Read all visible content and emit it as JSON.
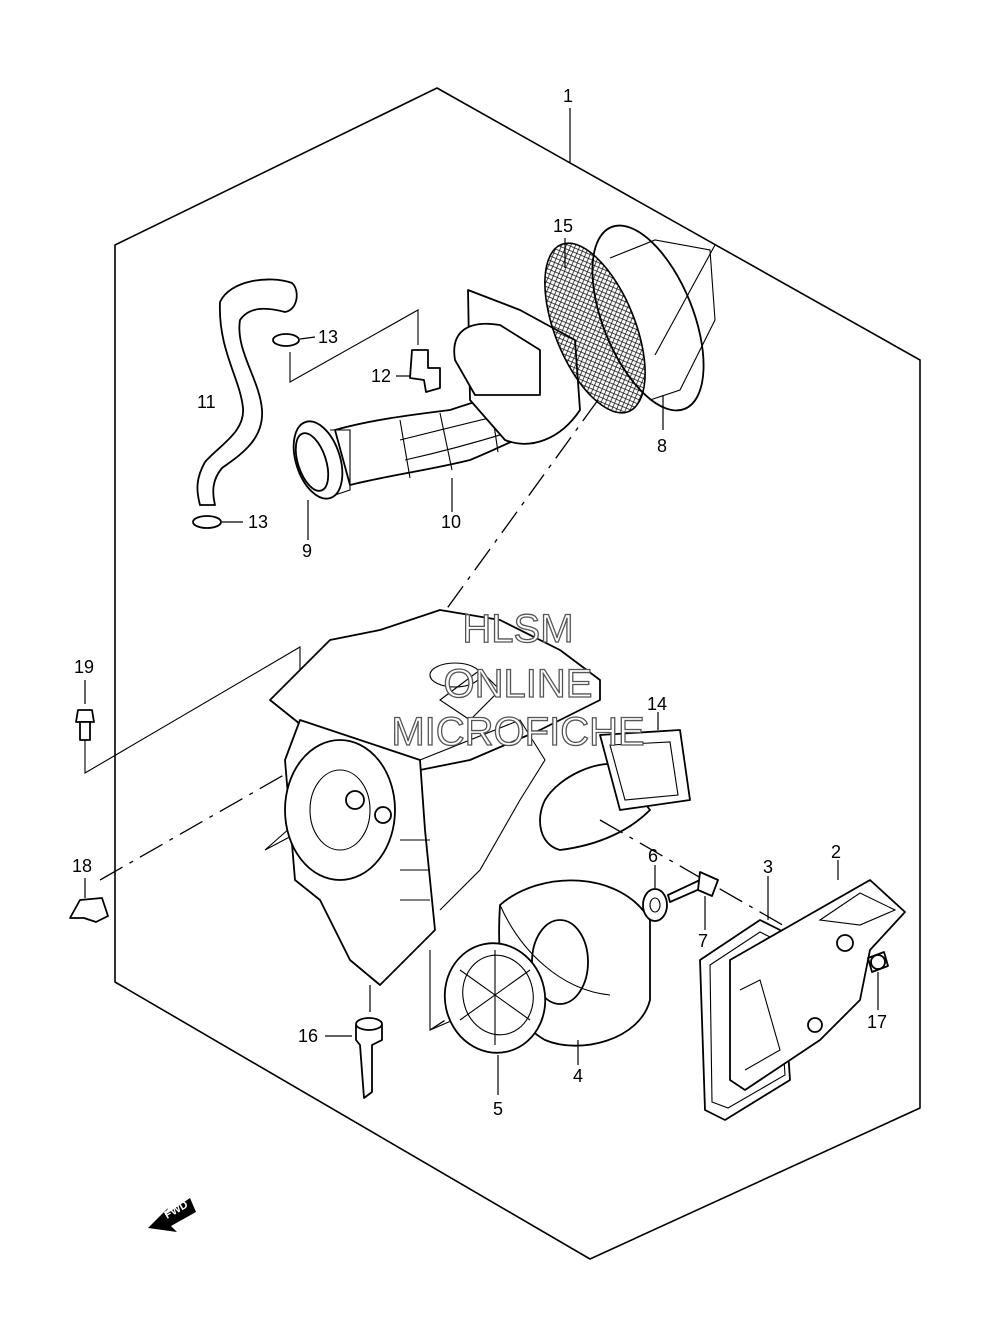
{
  "callouts": {
    "c1": "1",
    "c2": "2",
    "c3": "3",
    "c4": "4",
    "c5": "5",
    "c6": "6",
    "c7": "7",
    "c8": "8",
    "c9": "9",
    "c10": "10",
    "c11": "11",
    "c12": "12",
    "c13a": "13",
    "c13b": "13",
    "c14": "14",
    "c15": "15",
    "c16": "16",
    "c17": "17",
    "c18": "18",
    "c19": "19"
  },
  "watermark": {
    "line1": "HLSM",
    "line2": "ONLINE",
    "line3": "MICROFICHE"
  },
  "direction_label": "FWD",
  "colors": {
    "line": "#000000",
    "background": "#ffffff",
    "watermark_outline": "#555555"
  }
}
